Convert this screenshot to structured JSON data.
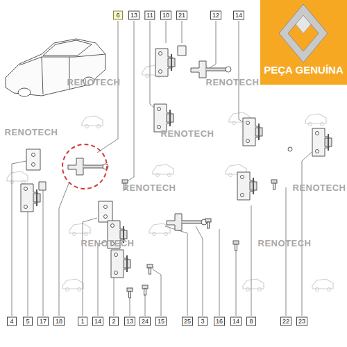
{
  "diagram": {
    "nodes": [
      {
        "text": [
          "PEÇA GENUÍNA"
        ]
      }
    ],
    "labels": [
      "6",
      "13",
      "11",
      "10",
      "21",
      "12",
      "14",
      "4",
      "5",
      "17",
      "18",
      "1",
      "14",
      "2",
      "13",
      "24",
      "15",
      "25",
      "3",
      "16",
      "14",
      "8",
      "22",
      "23",
      "RENOTECH",
      "RENOTECH",
      "RENOTECH",
      "RENOTECH",
      "RENOTECH",
      "RENOTECH",
      "RENOTECH",
      "RENOTECH"
    ]
  }
}
